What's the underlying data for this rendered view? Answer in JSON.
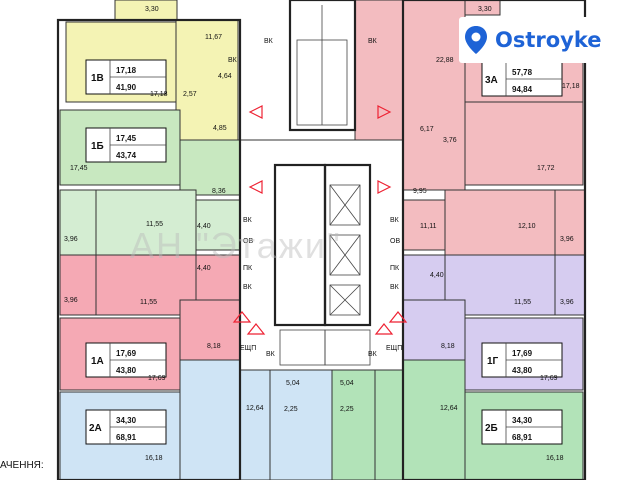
{
  "brand": {
    "name": "Ostroyke",
    "logo_color": "#1e63d6"
  },
  "watermark": "АН \"Этажи\"",
  "footer_text": "АЧЕННЯ:",
  "colors": {
    "yellow": "#f4f3b4",
    "green": "#c8e8c0",
    "pale_green": "#d4edd2",
    "pink": "#f5a9b4",
    "salmon": "#f3bcc0",
    "purple": "#d6ccf0",
    "blue": "#cfe4f5",
    "mint": "#b2e3b8",
    "corridor": "#ffffff"
  },
  "apartments": [
    {
      "code": "1В",
      "area_living": "17,18",
      "area_total": "41,90"
    },
    {
      "code": "1Б",
      "area_living": "17,45",
      "area_total": "43,74"
    },
    {
      "code": "1А",
      "area_living": "17,69",
      "area_total": "43,80"
    },
    {
      "code": "2А",
      "area_living": "34,30",
      "area_total": "68,91"
    },
    {
      "code": "3А",
      "area_living": "57,78",
      "area_total": "94,84"
    },
    {
      "code": "1Г",
      "area_living": "17,69",
      "area_total": "43,80"
    },
    {
      "code": "2Б",
      "area_living": "34,30",
      "area_total": "68,91"
    }
  ],
  "room_labels": {
    "l_330": "3,30",
    "l_1167": "11,67",
    "l_464": "4,64",
    "l_257": "2,57",
    "l_1718": "17,18",
    "l_485": "4,85",
    "l_1745": "17,45",
    "l_836": "8,36",
    "l_396a": "3,96",
    "l_1155a": "11,55",
    "l_440a": "4,40",
    "l_440b": "4,40",
    "l_396b": "3,96",
    "l_1155b": "11,55",
    "l_818a": "8,18",
    "l_1769a": "17,69",
    "l_1264a": "12,64",
    "l_1618a": "16,18",
    "l_504a": "5,04",
    "l_225a": "2,25",
    "r_330": "3,30",
    "r_2288": "22,88",
    "r_617": "6,17",
    "r_376": "3,76",
    "r_1718": "17,18",
    "r_1772": "17,72",
    "r_995": "9,95",
    "r_1210": "12,10",
    "r_396a": "3,96",
    "r_1111": "11,11",
    "r_440": "4,40",
    "r_1155": "11,55",
    "r_396b": "3,96",
    "r_818": "8,18",
    "r_1769": "17,69",
    "r_1264": "12,64",
    "r_1618": "16,18",
    "r_504": "5,04",
    "r_225": "2,25"
  },
  "shaft_labels": {
    "vk": "ВК",
    "ov": "ОВ",
    "pk": "ПК",
    "eshch": "ЕЩП"
  }
}
